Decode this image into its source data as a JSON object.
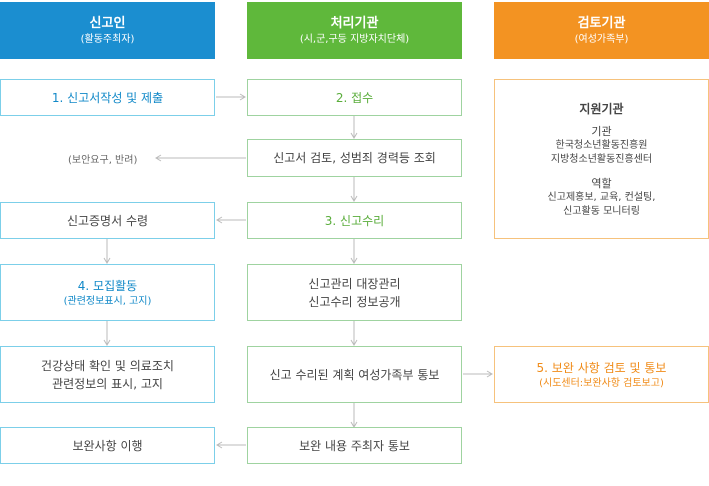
{
  "columns": {
    "reporter": {
      "title": "신고인",
      "subtitle": "(활동주최자)",
      "color": "#1b8ed0"
    },
    "processor": {
      "title": "처리기관",
      "subtitle": "(시,군,구등 지방자치단체)",
      "color": "#5fb83b"
    },
    "reviewer": {
      "title": "검토기관",
      "subtitle": "(여성가족부)",
      "color": "#f39322"
    }
  },
  "left": {
    "step1": "1. 신고서작성 및 제출",
    "receipt_label": "신고증명서 수령",
    "step4_title": "4. 모집활동",
    "step4_sub": "(관련정보표시, 고지)",
    "health_line1": "건강상태 확인 및 의료조치",
    "health_line2": "관련정보의 표시, 고지",
    "supplement": "보완사항 이행"
  },
  "middle": {
    "step2": "2. 접수",
    "check": "신고서 검토, 성범죄 경력등 조회",
    "step3": "3. 신고수리",
    "mgmt_line1": "신고관리 대장관리",
    "mgmt_line2": "신고수리 정보공개",
    "notify": "신고 수리된 계획 여성가족부 통보",
    "supplement_notify": "보완 내용 주최자 통보"
  },
  "outside_note": "(보안요구, 반려)",
  "right": {
    "support_title": "지원기관",
    "org_label": "기관",
    "org_line1": "한국청소년활동진흥원",
    "org_line2": "지방청소년활동진흥센터",
    "role_label": "역할",
    "role_line1": "신고제홍보, 교육, 컨설팅,",
    "role_line2": "신고활동 모니터링",
    "step5_title": "5. 보완 사항 검토 및 통보",
    "step5_sub": "(시도센터:보완사항 검토보고)"
  }
}
